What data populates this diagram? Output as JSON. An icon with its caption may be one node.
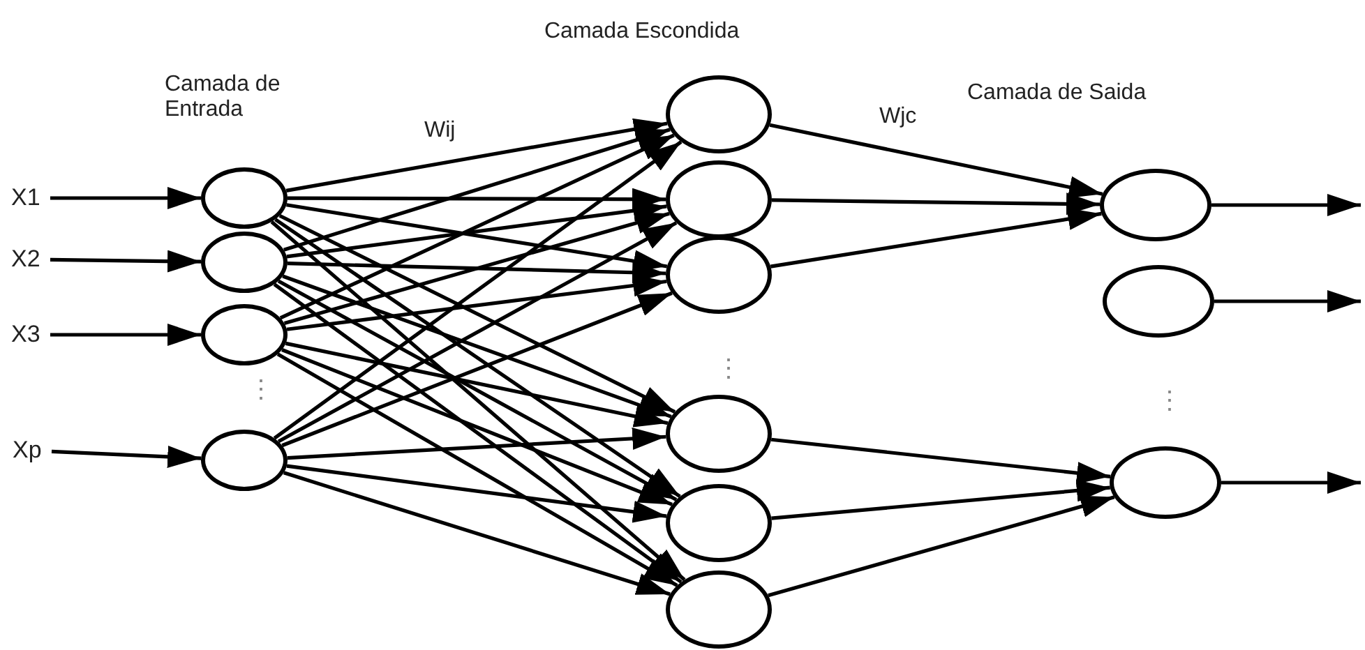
{
  "diagram": {
    "nodes": [
      {
        "text": [
          "X1"
        ]
      },
      {
        "text": [
          "X2"
        ]
      },
      {
        "text": [
          "X3"
        ]
      },
      {
        "text": [
          "Xp"
        ]
      },
      {
        "text": [],
        "shape": "circle"
      },
      {
        "text": [],
        "shape": "circle"
      },
      {
        "text": [],
        "shape": "circle"
      },
      {
        "text": [],
        "shape": "circle"
      },
      {
        "text": [],
        "shape": "circle"
      },
      {
        "text": [],
        "shape": "circle"
      },
      {
        "text": [],
        "shape": "circle"
      },
      {
        "text": [],
        "shape": "circle"
      },
      {
        "text": [],
        "shape": "circle"
      },
      {
        "text": [],
        "shape": "circle"
      },
      {
        "text": [],
        "shape": "circle"
      },
      {
        "text": [],
        "shape": "circle"
      },
      {
        "text": [],
        "shape": "circle"
      }
    ],
    "edges": [
      {
        "from": 0,
        "to": 4,
        "arrow": "to"
      },
      {
        "from": 1,
        "to": 5,
        "arrow": "to"
      },
      {
        "from": 2,
        "to": 6,
        "arrow": "to"
      },
      {
        "from": 3,
        "to": 7,
        "arrow": "to"
      },
      {
        "from": 4,
        "to": 8,
        "arrow": "to"
      },
      {
        "from": 4,
        "to": 9,
        "arrow": "to"
      },
      {
        "from": 4,
        "to": 10,
        "arrow": "to"
      },
      {
        "from": 4,
        "to": 11,
        "arrow": "to"
      },
      {
        "from": 4,
        "to": 12,
        "arrow": "to"
      },
      {
        "from": 4,
        "to": 13,
        "arrow": "to"
      },
      {
        "from": 5,
        "to": 8,
        "arrow": "to"
      },
      {
        "from": 5,
        "to": 9,
        "arrow": "to"
      },
      {
        "from": 5,
        "to": 10,
        "arrow": "to"
      },
      {
        "from": 5,
        "to": 11,
        "arrow": "to"
      },
      {
        "from": 5,
        "to": 12,
        "arrow": "to"
      },
      {
        "from": 5,
        "to": 13,
        "arrow": "to"
      },
      {
        "from": 6,
        "to": 8,
        "arrow": "to"
      },
      {
        "from": 6,
        "to": 9,
        "arrow": "to"
      },
      {
        "from": 6,
        "to": 10,
        "arrow": "to"
      },
      {
        "from": 6,
        "to": 11,
        "arrow": "to"
      },
      {
        "from": 6,
        "to": 12,
        "arrow": "to"
      },
      {
        "from": 6,
        "to": 13,
        "arrow": "to"
      },
      {
        "from": 7,
        "to": 8,
        "arrow": "to"
      },
      {
        "from": 7,
        "to": 9,
        "arrow": "to"
      },
      {
        "from": 7,
        "to": 10,
        "arrow": "to"
      },
      {
        "from": 7,
        "to": 11,
        "arrow": "to"
      },
      {
        "from": 7,
        "to": 12,
        "arrow": "to"
      },
      {
        "from": 7,
        "to": 13,
        "arrow": "to"
      },
      {
        "from": 8,
        "to": 14,
        "arrow": "to"
      },
      {
        "from": 9,
        "to": 14,
        "arrow": "to"
      },
      {
        "from": 10,
        "to": 14,
        "arrow": "to"
      },
      {
        "from": 11,
        "to": 16,
        "arrow": "to"
      },
      {
        "from": 12,
        "to": 16,
        "arrow": "to"
      },
      {
        "from": 13,
        "to": 16,
        "arrow": "to"
      },
      {
        "from": 14,
        "to": null,
        "arrow": "to"
      },
      {
        "from": 15,
        "to": null,
        "arrow": "to"
      },
      {
        "from": 16,
        "to": null,
        "arrow": "to"
      }
    ],
    "labels": [
      "Camada Escondida",
      "Camada de Entrada",
      "Wij",
      "Wjc",
      "Camada de Saida",
      "⋮",
      "⋮",
      "⋮"
    ]
  }
}
